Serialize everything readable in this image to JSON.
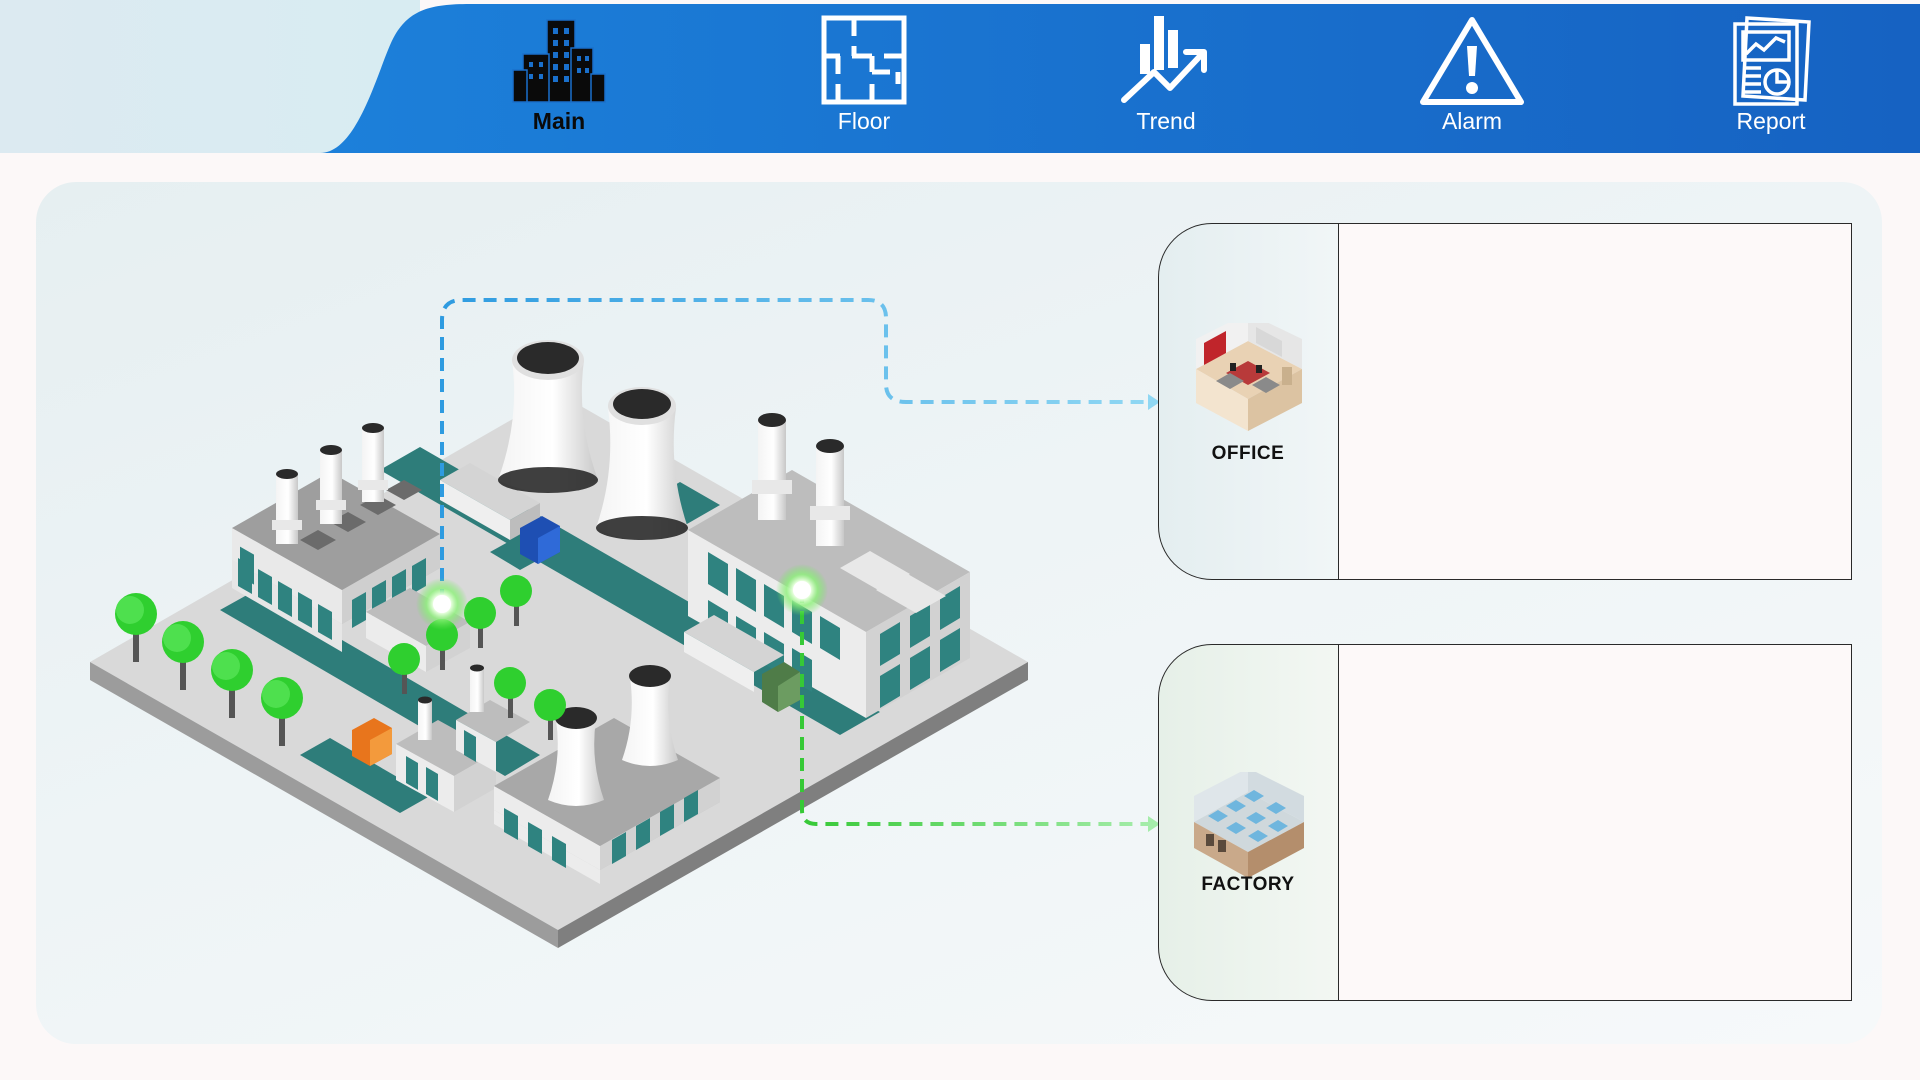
{
  "nav": {
    "items": [
      {
        "label": "Main",
        "icon": "buildings-icon",
        "active": true
      },
      {
        "label": "Floor",
        "icon": "floor-plan-icon",
        "active": false
      },
      {
        "label": "Trend",
        "icon": "trend-chart-icon",
        "active": false
      },
      {
        "label": "Alarm",
        "icon": "warning-triangle-icon",
        "active": false
      },
      {
        "label": "Report",
        "icon": "report-document-icon",
        "active": false
      }
    ]
  },
  "cards": {
    "office": {
      "label": "OFFICE",
      "icon": "office-room-icon"
    },
    "factory": {
      "label": "FACTORY",
      "icon": "factory-floor-icon"
    }
  },
  "colors": {
    "nav_blue_start": "#1c7fd8",
    "nav_blue_end": "#1563c4",
    "office_link": "#3aaee8",
    "factory_link": "#4cd94c",
    "accent_teal": "#2e7d7a"
  }
}
